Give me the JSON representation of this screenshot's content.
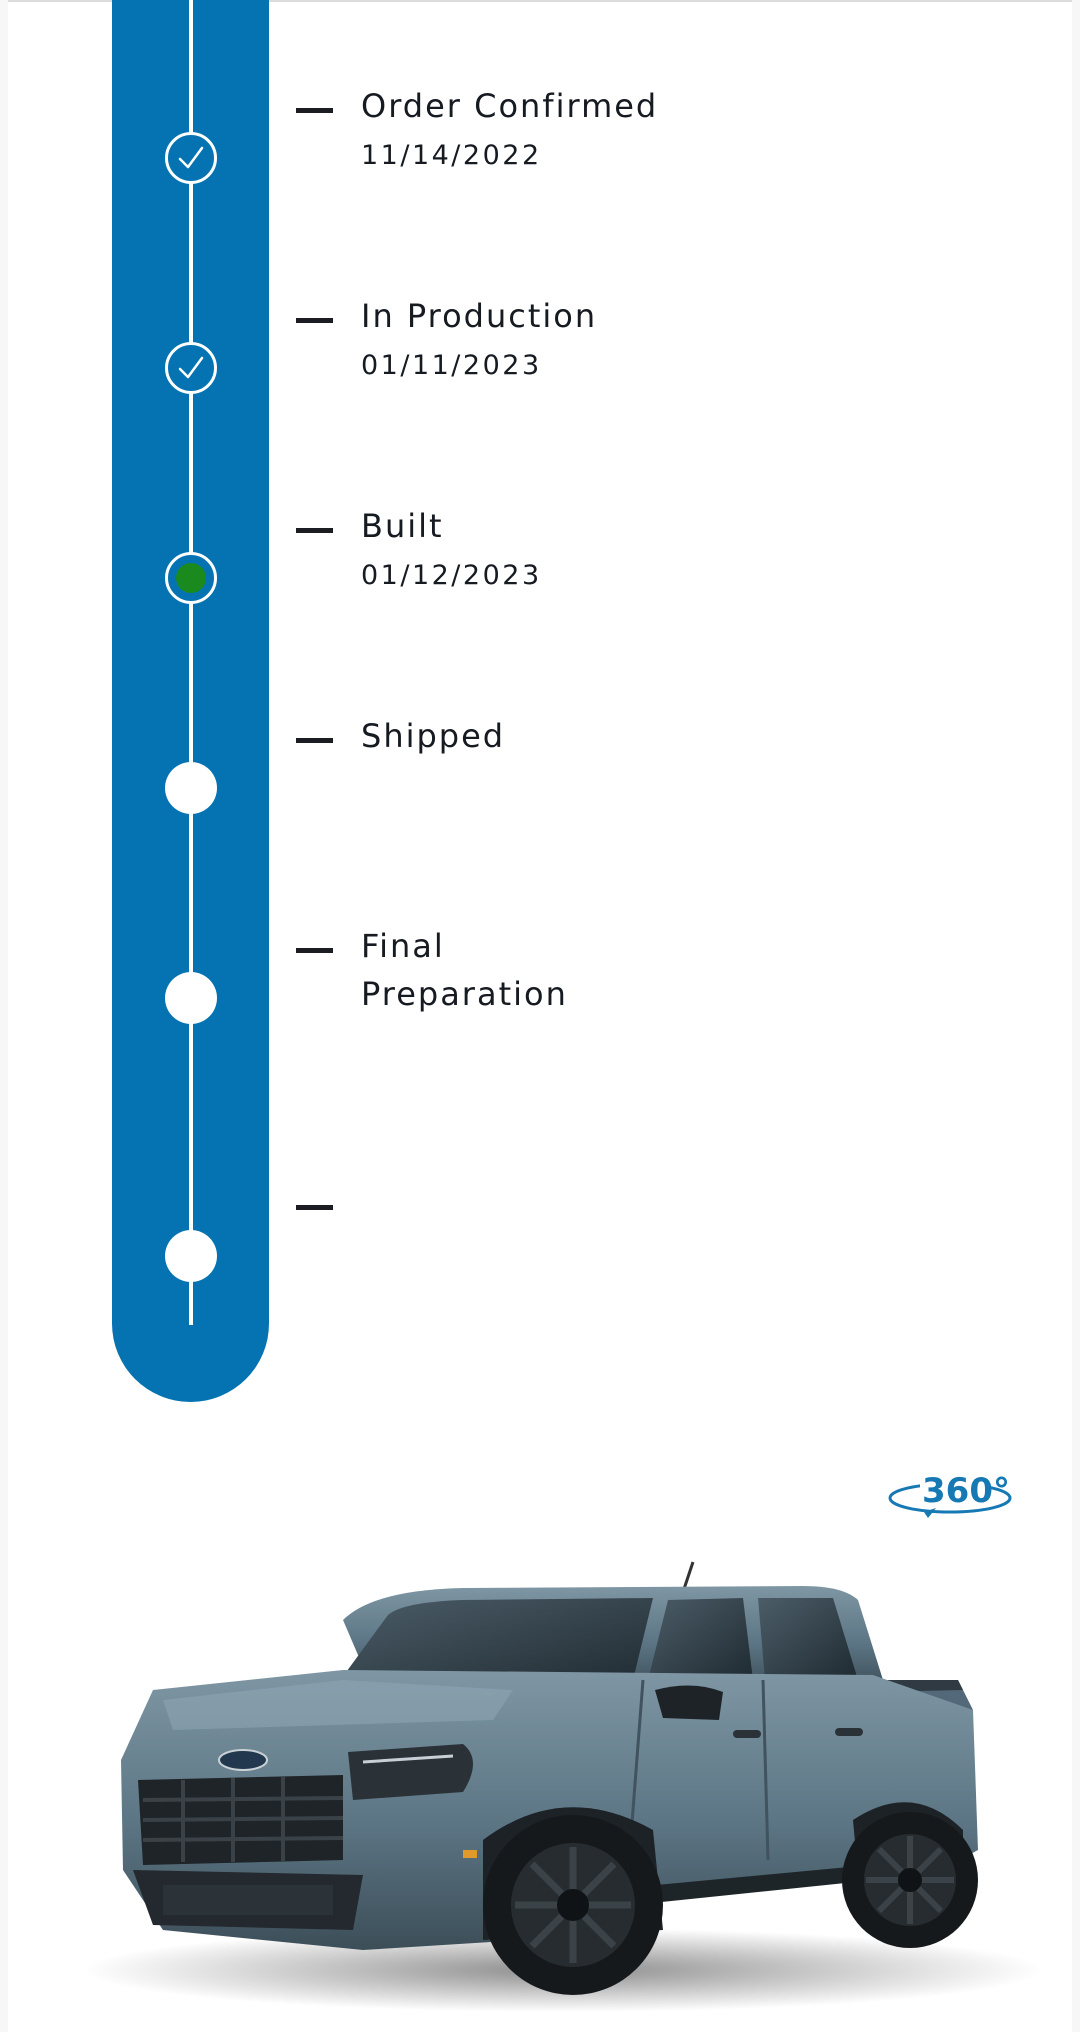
{
  "timeline": {
    "steps": [
      {
        "title": "Order Confirmed",
        "date": "11/14/2022",
        "status": "complete"
      },
      {
        "title": "In Production",
        "date": "01/11/2023",
        "status": "complete"
      },
      {
        "title": "Built",
        "date": "01/12/2023",
        "status": "current"
      },
      {
        "title": "Shipped",
        "date": "",
        "status": "pending"
      },
      {
        "title": "Final Preparation",
        "title_line1": "Final",
        "title_line2": "Preparation",
        "date": "",
        "status": "pending"
      },
      {
        "title": "",
        "date": "",
        "status": "pending"
      }
    ]
  },
  "viewer": {
    "badge_label": "360°",
    "icon": "rotate-360-icon"
  },
  "colors": {
    "track": "#0573b2",
    "current_dot": "#1a8a1f",
    "text": "#161a21",
    "vehicle_paint": "#5c7584"
  }
}
